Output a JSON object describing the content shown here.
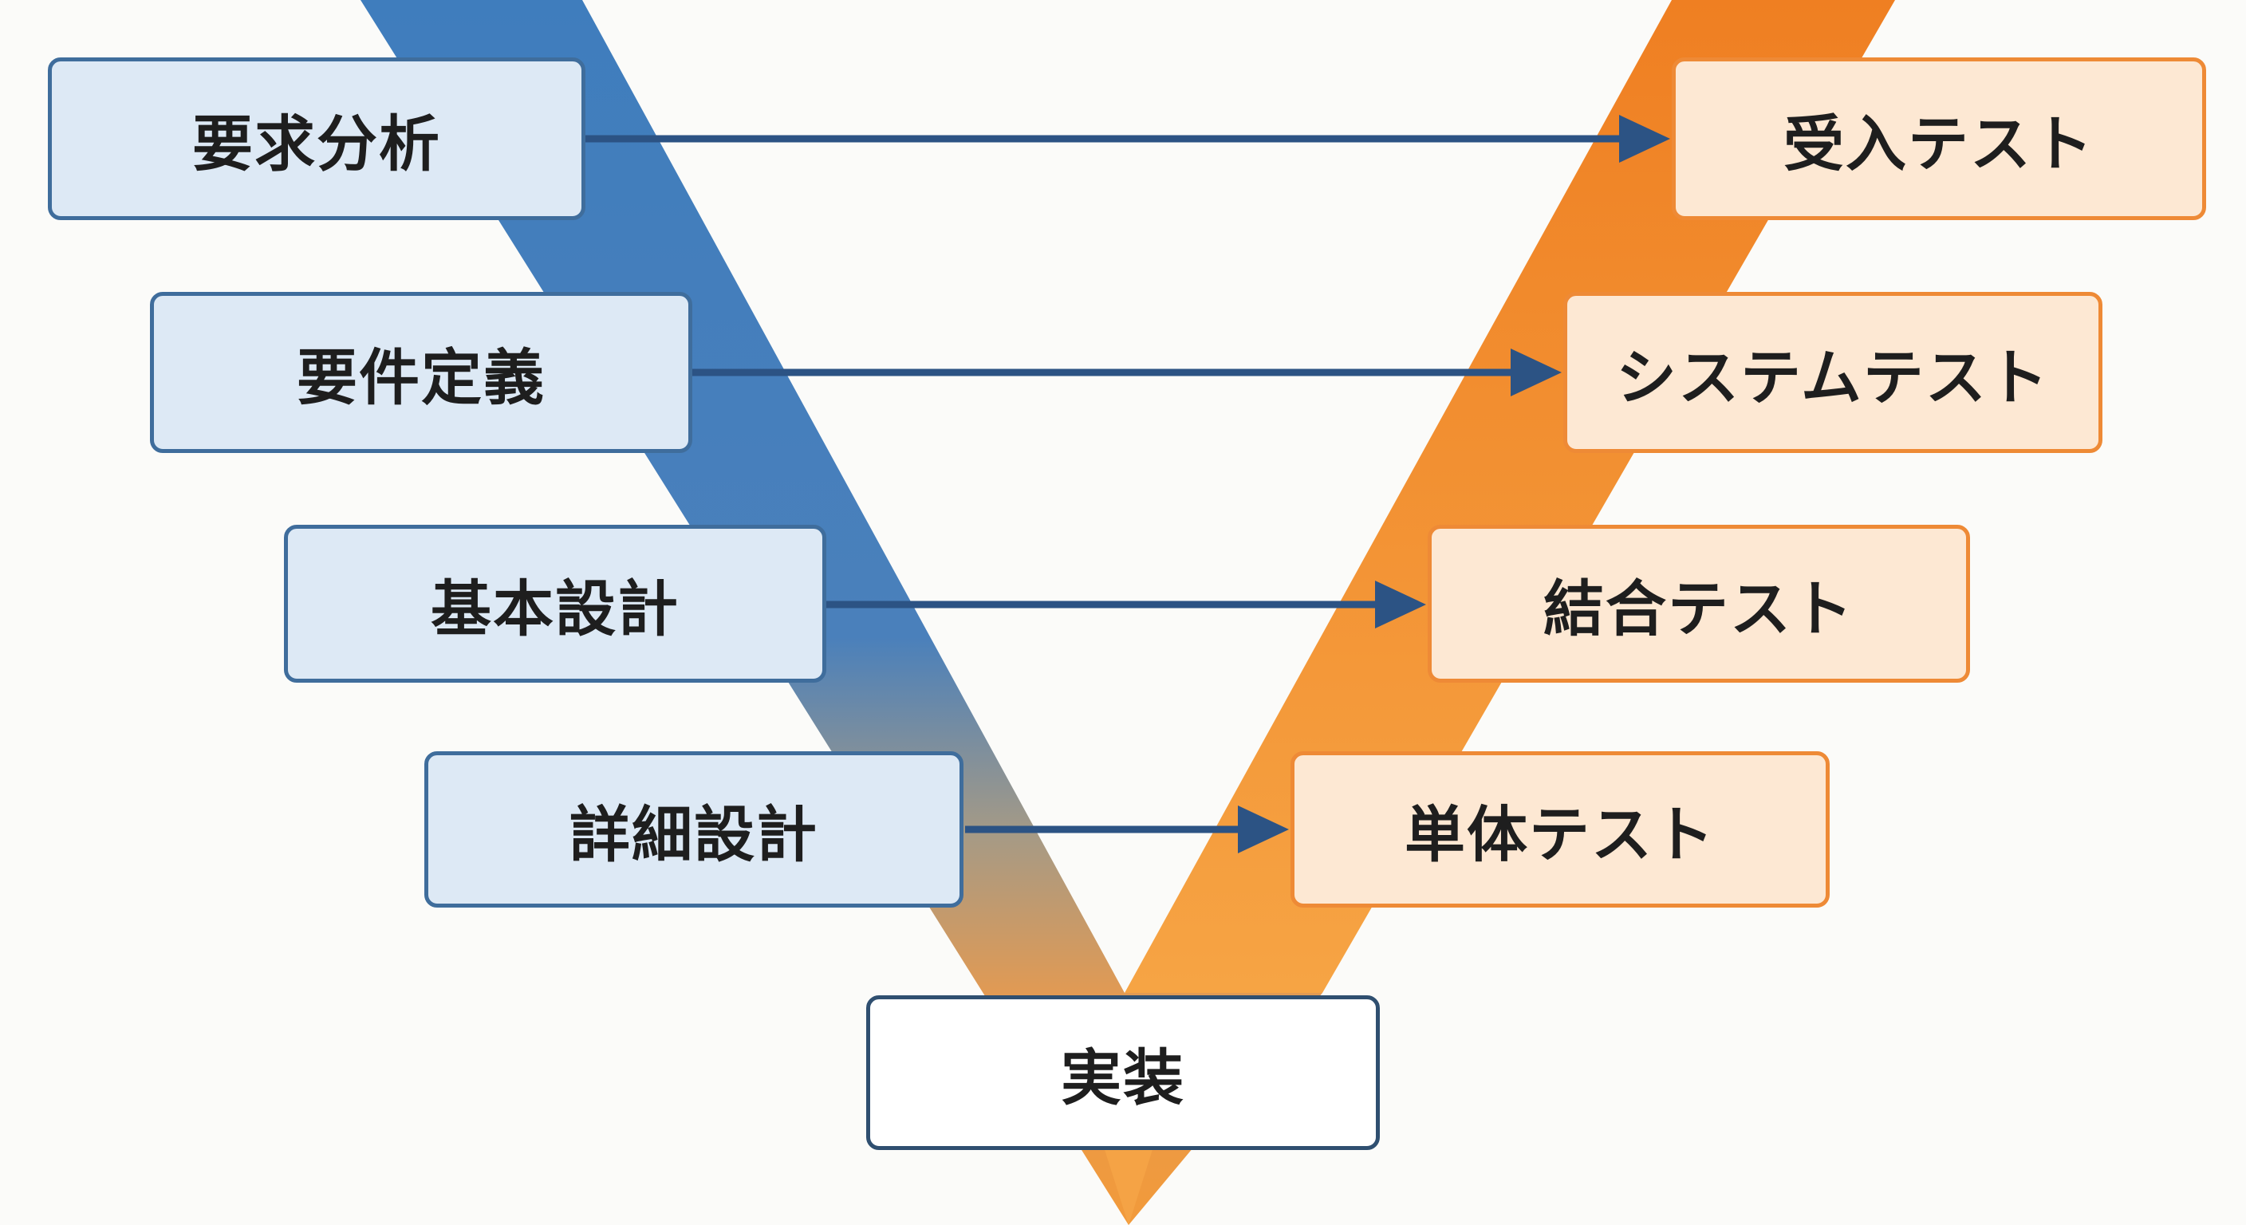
{
  "colors": {
    "left_band": "#3f7dbd",
    "right_band": "#f08a2a",
    "arrow": "#2c5384",
    "left_box_fill": "#dde9f5",
    "left_box_border": "#3f6d9c",
    "right_box_fill": "#fde8d3",
    "right_box_border": "#ee8a36"
  },
  "left_steps": [
    {
      "label": "要求分析"
    },
    {
      "label": "要件定義"
    },
    {
      "label": "基本設計"
    },
    {
      "label": "詳細設計"
    }
  ],
  "right_steps": [
    {
      "label": "受入テスト"
    },
    {
      "label": "システムテスト"
    },
    {
      "label": "結合テスト"
    },
    {
      "label": "単体テスト"
    }
  ],
  "bottom_step": {
    "label": "実装"
  },
  "connections": [
    {
      "from": "要求分析",
      "to": "受入テスト"
    },
    {
      "from": "要件定義",
      "to": "システムテスト"
    },
    {
      "from": "基本設計",
      "to": "結合テスト"
    },
    {
      "from": "詳細設計",
      "to": "単体テスト"
    }
  ]
}
